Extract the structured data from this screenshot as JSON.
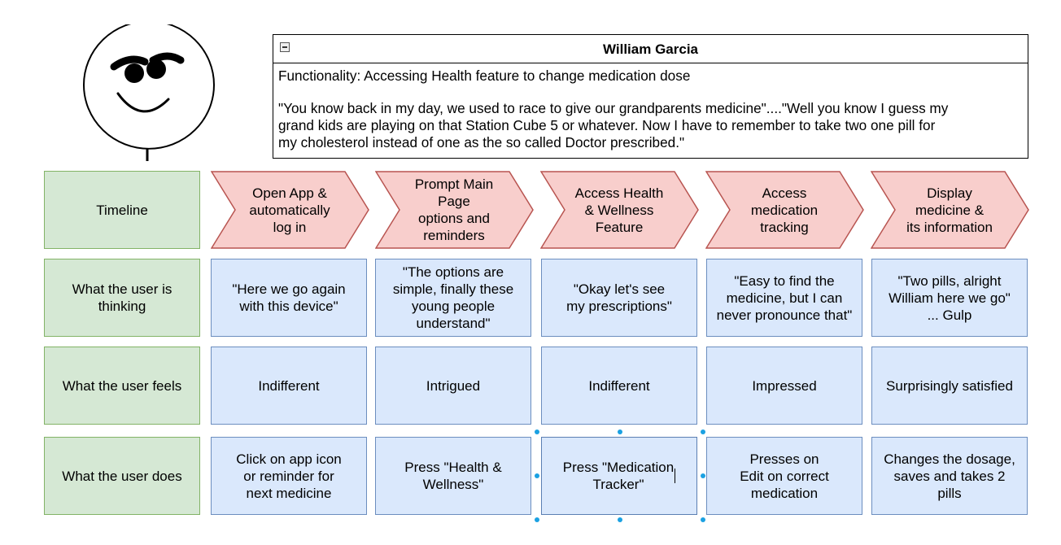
{
  "persona": {
    "name": "William Garcia",
    "functionality": "Functionality: Accessing Health feature to change medication dose",
    "quote_lines": [
      "\"You know back in my day, we used to race to give our grandparents medicine\"....\"Well you know I guess my",
      "grand kids are playing on that Station Cube 5 or whatever. Now I have to remember to take two one pill for",
      "my cholesterol instead of one as the so called Doctor prescribed.\""
    ]
  },
  "rows": {
    "timeline": "Timeline",
    "thinking": "What the user is\nthinking",
    "feels": "What the user feels",
    "does": "What the user does"
  },
  "steps": [
    {
      "timeline": "Open App &\nautomatically\nlog in",
      "thinking": "\"Here we go again\nwith this device\"",
      "feels": "Indifferent",
      "does": "Click on app icon\nor reminder for\nnext medicine"
    },
    {
      "timeline": "Prompt Main\nPage\noptions and\nreminders",
      "thinking": "\"The options are\nsimple, finally these\nyoung people\nunderstand\"",
      "feels": "Intrigued",
      "does": "Press \"Health &\nWellness\""
    },
    {
      "timeline": "Access Health\n& Wellness\nFeature",
      "thinking": "\"Okay let's see\nmy prescriptions\"",
      "feels": "Indifferent",
      "does": "Press \"Medication\nTracker\""
    },
    {
      "timeline": "Access\nmedication\ntracking",
      "thinking": "\"Easy to find the\nmedicine, but I can\nnever pronounce that\"",
      "feels": "Impressed",
      "does": "Presses on\nEdit on correct\nmedication"
    },
    {
      "timeline": "Display\nmedicine &\nits information",
      "thinking": "\"Two pills, alright\nWilliam here we go\"\n... Gulp",
      "feels": "Surprisingly satisfied",
      "does": "Changes the dosage,\nsaves and takes 2\npills"
    }
  ],
  "colors": {
    "label_fill": "#d5e8d4",
    "label_stroke": "#82b366",
    "arrow_fill": "#f8cecc",
    "arrow_stroke": "#b85450",
    "cell_fill": "#dae8fc",
    "cell_stroke": "#6c8ebf",
    "selection_handle": "#1ba1e2"
  }
}
